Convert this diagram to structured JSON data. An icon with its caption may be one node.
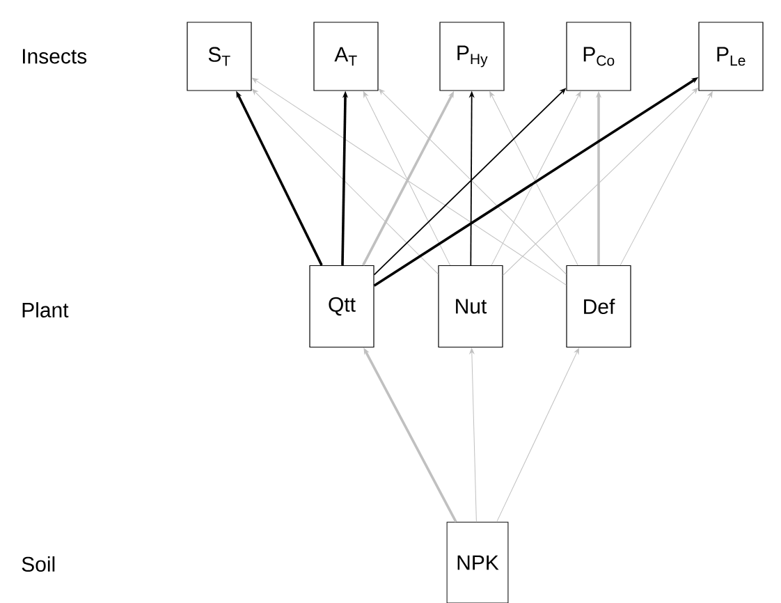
{
  "diagram": {
    "nodes": [
      {
        "text": [
          "S$_{T}$"
        ]
      },
      {
        "text": [
          "A$_{T}$"
        ]
      },
      {
        "text": [
          "P$_{Hy}$"
        ]
      },
      {
        "text": [
          "P$_{Co}$"
        ]
      },
      {
        "text": [
          "P$_{Le}$"
        ]
      },
      {
        "text": [
          "Qtt"
        ]
      },
      {
        "text": [
          "Nut"
        ]
      },
      {
        "text": [
          "Def"
        ]
      },
      {
        "text": [
          "NPK"
        ]
      }
    ],
    "edges": [
      {
        "from": 5,
        "to": 0,
        "arrow": "to",
        "style": "thick",
        "color": "#000000"
      },
      {
        "from": 5,
        "to": 1,
        "arrow": "to",
        "style": "thick",
        "color": "#000000"
      },
      {
        "from": 5,
        "to": 2,
        "arrow": "to",
        "style": "thick"
      },
      {
        "from": 5,
        "to": 3,
        "arrow": "to",
        "color": "#000000"
      },
      {
        "from": 5,
        "to": 4,
        "arrow": "to",
        "style": "thick",
        "color": "#000000"
      },
      {
        "from": 6,
        "to": 0,
        "arrow": "to"
      },
      {
        "from": 6,
        "to": 1,
        "arrow": "to"
      },
      {
        "from": 6,
        "to": 2,
        "arrow": "to",
        "color": "#000000"
      },
      {
        "from": 6,
        "to": 3,
        "arrow": "to"
      },
      {
        "from": 6,
        "to": 4,
        "arrow": "to"
      },
      {
        "from": 7,
        "to": 0,
        "arrow": "to"
      },
      {
        "from": 7,
        "to": 1,
        "arrow": "to"
      },
      {
        "from": 7,
        "to": 2,
        "arrow": "to"
      },
      {
        "from": 7,
        "to": 3,
        "arrow": "to",
        "style": "thick"
      },
      {
        "from": 7,
        "to": 4,
        "arrow": "to"
      },
      {
        "from": 8,
        "to": 5,
        "arrow": "to",
        "style": "thick"
      },
      {
        "from": 8,
        "to": 6,
        "arrow": "to"
      },
      {
        "from": 8,
        "to": 7,
        "arrow": "to"
      }
    ],
    "labels": [
      "Insects",
      "Plant",
      "Soil"
    ]
  }
}
